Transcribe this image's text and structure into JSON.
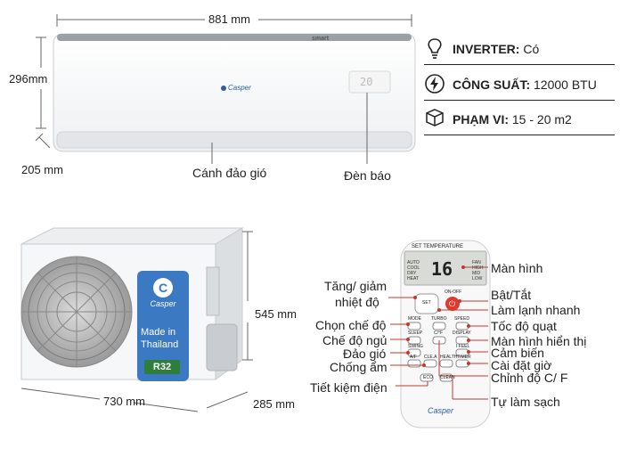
{
  "indoor": {
    "width_label": "881 mm",
    "height_label": "296mm",
    "depth_label": "205 mm",
    "brand": "Casper",
    "top_label": "smart",
    "display_digits": "20",
    "flap_label": "Cánh đảo gió",
    "led_label": "Đèn báo"
  },
  "specs": [
    {
      "icon": "lightbulb-icon",
      "key": "INVERTER:",
      "value": " Có"
    },
    {
      "icon": "power-bolt-icon",
      "key": "CÔNG SUẤT:",
      "value": " 12000 BTU"
    },
    {
      "icon": "cube-icon",
      "key": "PHẠM VI:",
      "value": " 15 - 20 m2"
    }
  ],
  "outdoor": {
    "height_label": "545 mm",
    "width_label": "730 mm",
    "depth_label": "285 mm",
    "brand": "Casper",
    "made_in_1": "Made in",
    "made_in_2": "Thailand",
    "refrigerant": "R32"
  },
  "remote": {
    "header": "SET TEMPERATURE",
    "display_temp": "16",
    "modes_left": [
      "AUTO",
      "COOL",
      "DRY",
      "HEAT"
    ],
    "fan_right": [
      "FAN",
      "HIGH",
      "MID",
      "LOW"
    ],
    "set_label": "SET",
    "onoff_label": "ON-OFF",
    "brand": "Casper",
    "buttons": {
      "mode": "MODE",
      "turbo": "TURBO",
      "speed": "SPEED",
      "sleep": "SLEEP",
      "cf": "C/°F",
      "display": "DISPLAY",
      "swing": "SWING",
      "ifeel": "I FEEL",
      "antifungus": "A/F",
      "cle": "CLE.A",
      "health": "HEALTH",
      "timer": "TIMER",
      "eco": "ECO",
      "clean": "CLEAN"
    },
    "labels": {
      "screen": "Màn hình",
      "onoff": "Bật/Tắt",
      "turbo": "Làm lạnh nhanh",
      "speed": "Tốc độ quạt",
      "display": "Màn hình hiển thị",
      "ifeel": "Cảm biến",
      "timer": "Cài đặt giờ",
      "cf": "Chỉnh độ C/ F",
      "clean": "Tự làm sạch",
      "temp_up_down_1": "Tăng/ giảm",
      "temp_up_down_2": "nhiệt độ",
      "mode": "Chọn chế độ",
      "sleep": "Chế độ ngủ",
      "swing": "Đảo gió",
      "dehumid": "Chống ẩm",
      "eco": "Tiết kiệm điện"
    }
  }
}
